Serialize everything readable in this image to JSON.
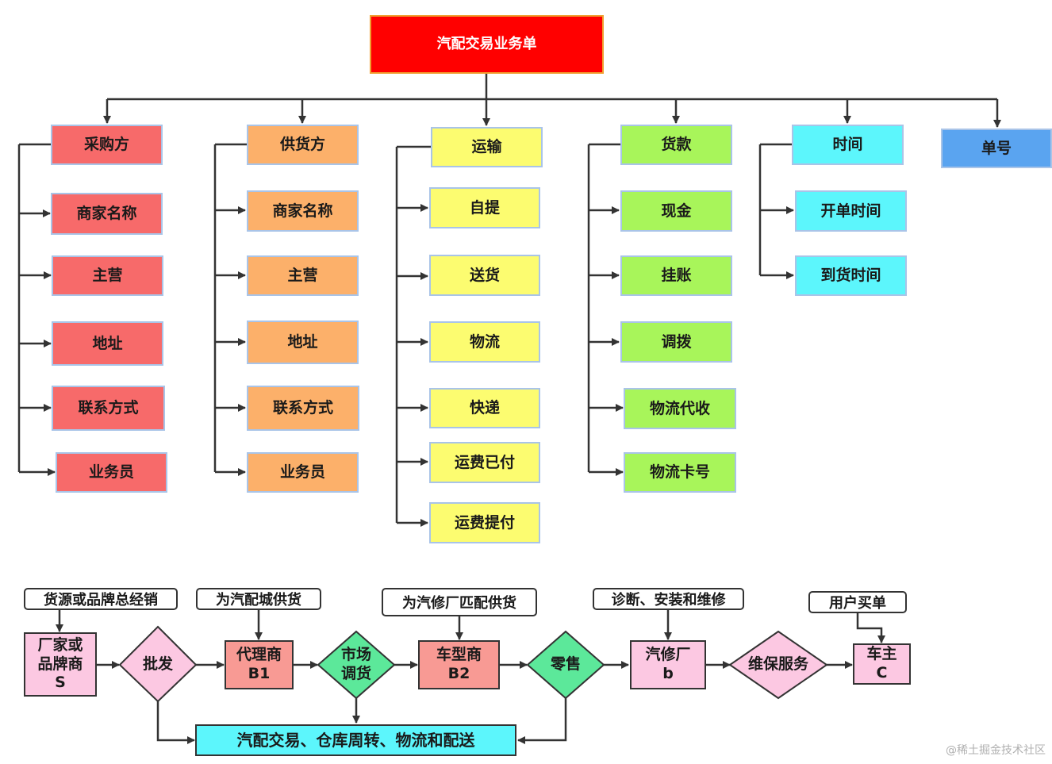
{
  "root": "汽配交易业务单",
  "groups": {
    "buyer": {
      "title": "采购方",
      "items": [
        "商家名称",
        "主营",
        "地址",
        "联系方式",
        "业务员"
      ]
    },
    "supplier": {
      "title": "供货方",
      "items": [
        "商家名称",
        "主营",
        "地址",
        "联系方式",
        "业务员"
      ]
    },
    "transport": {
      "title": "运输",
      "items": [
        "自提",
        "送货",
        "物流",
        "快递",
        "运费已付",
        "运费提付"
      ]
    },
    "payment": {
      "title": "货款",
      "items": [
        "现金",
        "挂账",
        "调拨",
        "物流代收",
        "物流卡号"
      ]
    },
    "time": {
      "title": "时间",
      "items": [
        "开单时间",
        "到货时间"
      ]
    },
    "number": {
      "title": "单号"
    }
  },
  "flow": {
    "notes": [
      "货源或品牌总经销",
      "为汽配城供货",
      "为汽修厂匹配供货",
      "诊断、安装和维修",
      "用户买单"
    ],
    "manufacturer": [
      "厂家或",
      "品牌商",
      "S"
    ],
    "wholesale": "批发",
    "agent": [
      "代理商",
      "B1"
    ],
    "market": [
      "市场",
      "调货"
    ],
    "dealer": [
      "车型商",
      "B2"
    ],
    "retail": "零售",
    "repair": [
      "汽修厂",
      "b"
    ],
    "service": "维保服务",
    "owner": [
      "车主",
      "C"
    ],
    "bottom": "汽配交易、仓库周转、物流和配送"
  },
  "watermark": "@稀土掘金技术社区"
}
